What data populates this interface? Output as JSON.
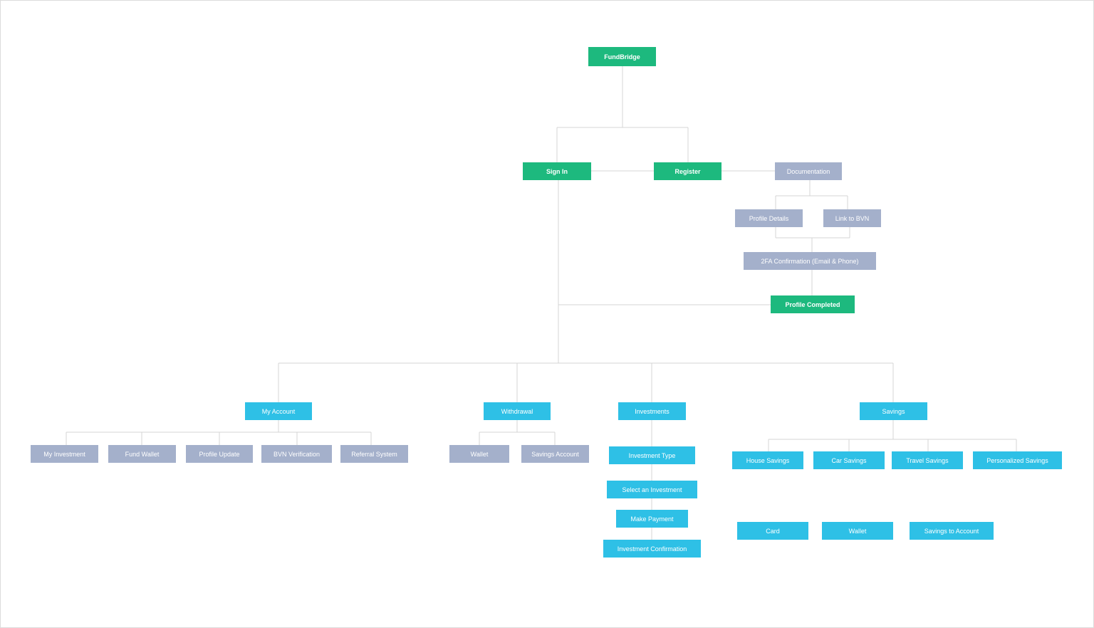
{
  "colors": {
    "primary": "#1db97e",
    "secondary": "#a4b0cb",
    "accent": "#2ec0e6",
    "connector": "#d4d4d4"
  },
  "nodes": {
    "root": "FundBridge",
    "sign_in": "Sign In",
    "register": "Register",
    "documentation": "Documentation",
    "profile_details": "Profile Details",
    "link_bvn": "Link to BVN",
    "twofa": "2FA Confirmation (Email & Phone)",
    "profile_completed": "Profile Completed",
    "my_account": "My Account",
    "withdrawal": "Withdrawal",
    "investments": "Investments",
    "savings": "Savings",
    "my_investment": "My Investment",
    "fund_wallet": "Fund Wallet",
    "profile_update": "Profile Update",
    "bvn_verification": "BVN Verification",
    "referral_system": "Referral System",
    "withdrawal_wallet": "Wallet",
    "savings_account": "Savings Account",
    "investment_type": "Investment Type",
    "select_investment": "Select an Investment",
    "make_payment": "Make Payment",
    "investment_confirmation": "Investment Confirmation",
    "house_savings": "House Savings",
    "car_savings": "Car Savings",
    "travel_savings": "Travel Savings",
    "personalized_savings": "Personalized Savings",
    "card": "Card",
    "savings_wallet": "Wallet",
    "savings_to_account": "Savings to Account"
  }
}
